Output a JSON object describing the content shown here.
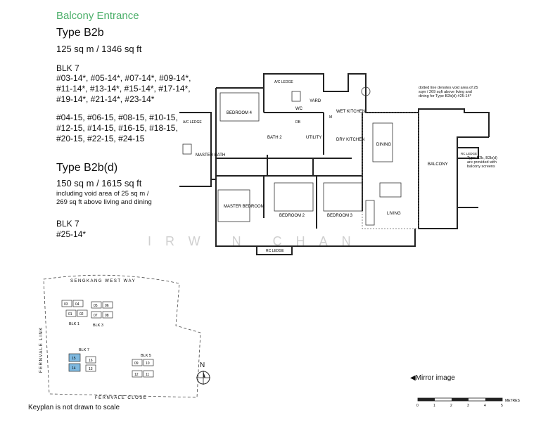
{
  "header": {
    "entrance": "Balcony Entrance",
    "type1_title": "Type B2b",
    "type1_area": "125 sq m / 1346 sq ft",
    "blk1": "BLK 7",
    "units_a": [
      "#03-14*, #05-14*, #07-14*, #09-14*,",
      "#11-14*, #13-14*, #15-14*, #17-14*,",
      "#19-14*, #21-14*, #23-14*"
    ],
    "units_b": [
      "#04-15, #06-15, #08-15, #10-15,",
      "#12-15, #14-15, #16-15, #18-15,",
      "#20-15, #22-15, #24-15"
    ],
    "type2_title": "Type B2b(d)",
    "type2_area": "150 sq m / 1615 sq ft",
    "type2_note": [
      "including void area of 25 sq m /",
      "269 sq ft above living and dining"
    ],
    "blk2": "BLK 7",
    "units_c": "#25-14*"
  },
  "floorplan": {
    "rooms": {
      "bedroom4": "BEDROOM 4",
      "ac_ledge_top": "A/C LEDGE",
      "ac_ledge_left": "A/C LEDGE",
      "wc": "WC",
      "yard": "YARD",
      "wet_kitchen": "WET KITCHEN",
      "dry_kitchen": "DRY KITCHEN",
      "utility": "UTILITY",
      "bath2": "BATH 2",
      "master_bath": "MASTER BATH",
      "dining": "DINING",
      "balcony": "BALCONY",
      "master_bedroom": "MASTER BEDROOM",
      "bedroom2": "BEDROOM 2",
      "bedroom3": "BEDROOM 3",
      "living": "LIVING",
      "rc_ledge_bottom": "RC LEDGE",
      "rc_ledge_right": "RC LEDGE",
      "db": "DB",
      "wm": "M"
    },
    "void_note": "dotted line denotes void area of 25 sqm / 269 sqft above living and dining for Type B2b(d) #25-14*",
    "screen_note": "Type B2b, B2b(d) are provided with balcony screens"
  },
  "watermark": "IRWIN CHAN",
  "keyplan": {
    "road_top": "SENGKANG WEST WAY",
    "road_left": "FERNVALE LINK",
    "road_bottom": "FERNVALE CLOSE",
    "blocks": [
      "BLK 1",
      "BLK 3",
      "BLK 7",
      "BLK 5"
    ],
    "unit_numbers": [
      "03",
      "04",
      "05",
      "06",
      "01",
      "02",
      "07",
      "08",
      "15",
      "16",
      "14",
      "13",
      "09",
      "10",
      "12",
      "11"
    ],
    "highlight_color": "#7fb9e0",
    "note": "Keyplan is not drawn to scale"
  },
  "legend": {
    "north": "N",
    "mirror": "Mirror image",
    "scale_ticks": [
      "0",
      "1",
      "2",
      "3",
      "4",
      "5"
    ],
    "scale_unit": "METRES"
  }
}
